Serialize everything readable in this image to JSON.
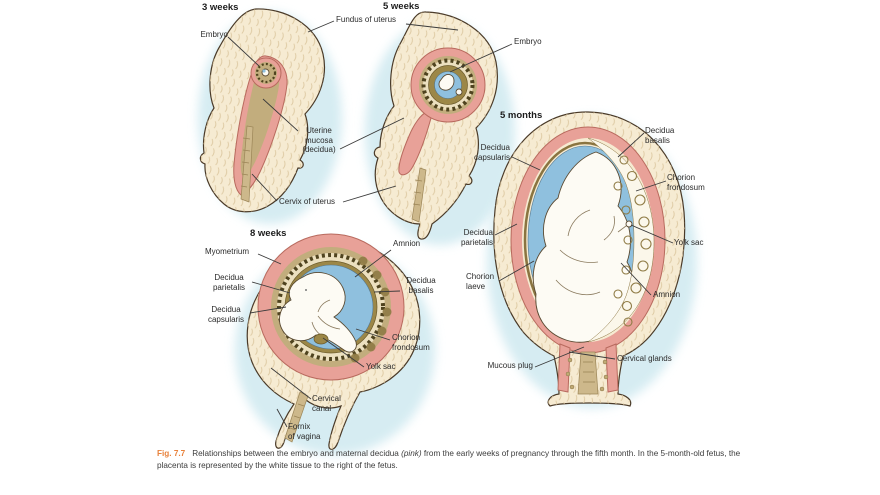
{
  "figure": {
    "titles": {
      "weeks3": "3 weeks",
      "weeks5": "5 weeks",
      "weeks8": "8 weeks",
      "months5": "5 months"
    },
    "labels": {
      "embryo_3w": "Embryo",
      "fundus_of_uterus": "Fundus of uterus",
      "embryo_5w": "Embryo",
      "uterine_mucosa": "Uterine\nmucosa\n(decidua)",
      "cervix_of_uterus": "Cervix of uterus",
      "myometrium": "Myometrium",
      "decidua_parietalis_8w": "Decidua\nparietalis",
      "decidua_capsularis_8w": "Decidua\ncapsularis",
      "amnion_8w": "Amnion",
      "decidua_basalis_8w": "Decidua\nbasalis",
      "chorion_frondosum_8w": "Chorion\nfrondosum",
      "yolk_sac_8w": "Yolk sac",
      "cervical_canal_8w": "Cervical\ncanal",
      "fornix_of_vagina_8w": "Fornix\nof vagina",
      "decidua_capsularis_5m": "Decidua\ncapsularis",
      "decidua_basalis_5m": "Decidua\nbasalis",
      "chorion_frondosum_5m": "Chorion\nfrondosum",
      "yolk_sac_5m": "Yolk sac",
      "amnion_5m": "Amnion",
      "cervical_glands_5m": "Cervical glands",
      "mucous_plug_5m": "Mucous plug",
      "decidua_parietalis_5m": "Decidua\nparietalis",
      "chorion_laeve_5m": "Chorion\nlaeve"
    },
    "caption": {
      "fig_label": "Fig. 7.7",
      "text_before_italic": "Relationships between the embryo and maternal decidua ",
      "italic": "(pink)",
      "text_after_italic": " from the early weeks of pregnancy through the fifth month. In the 5-month-old fetus, the placenta is represented by the white tissue to the right of the fetus."
    },
    "colors": {
      "decidua_pink": "#e8a198",
      "decidua_outline": "#b86a5e",
      "uterine_tissue": "#f6ebd2",
      "tissue_streak": "#d8c49c",
      "chorion_olive": "#9c8747",
      "villi_dark": "#4f431f",
      "amniotic_blue": "#8fc0de",
      "halo_blue": "#cfe9f0",
      "fig_label_orange": "#e8823c",
      "label_text": "#2b2b2b"
    }
  }
}
